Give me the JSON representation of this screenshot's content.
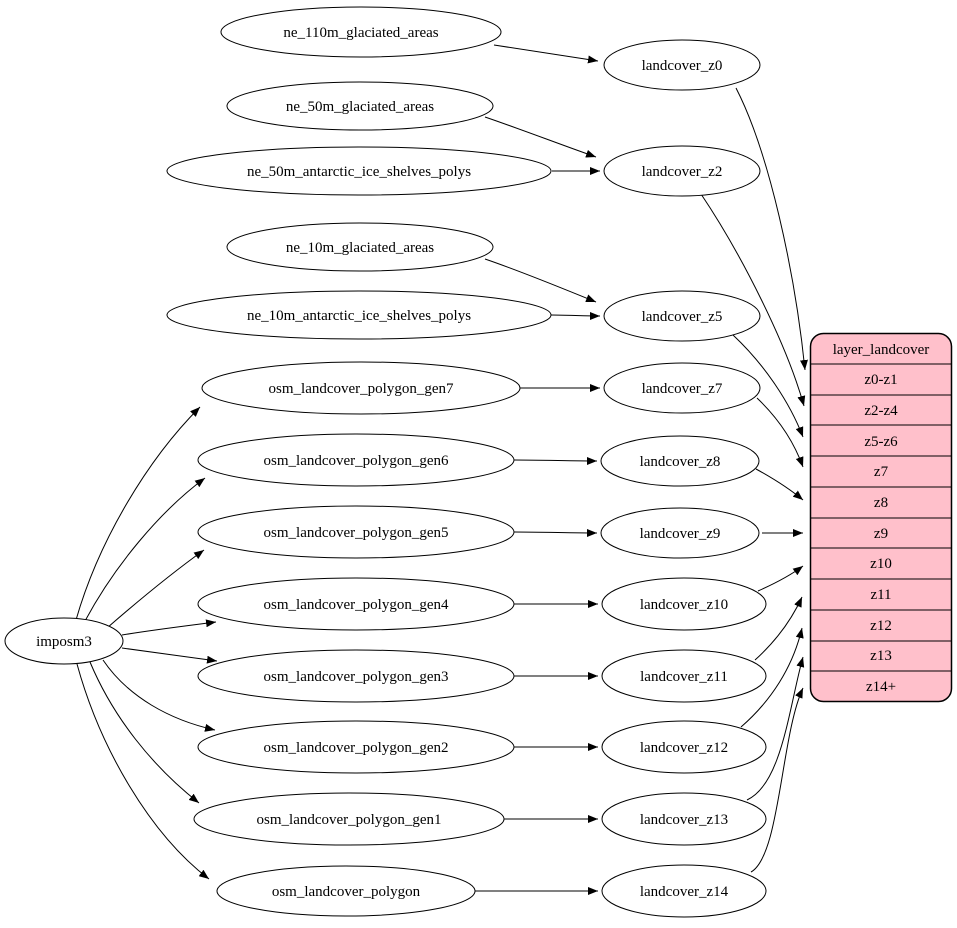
{
  "colors": {
    "table_fill": "#ffc0cb",
    "node_fill": "#ffffff",
    "stroke": "#000000",
    "background": "#ffffff"
  },
  "nodes": {
    "imposm3": "imposm3",
    "ne_110m_glaciated_areas": "ne_110m_glaciated_areas",
    "ne_50m_glaciated_areas": "ne_50m_glaciated_areas",
    "ne_50m_antarctic_ice_shelves_polys": "ne_50m_antarctic_ice_shelves_polys",
    "ne_10m_glaciated_areas": "ne_10m_glaciated_areas",
    "ne_10m_antarctic_ice_shelves_polys": "ne_10m_antarctic_ice_shelves_polys",
    "osm_landcover_polygon_gen7": "osm_landcover_polygon_gen7",
    "osm_landcover_polygon_gen6": "osm_landcover_polygon_gen6",
    "osm_landcover_polygon_gen5": "osm_landcover_polygon_gen5",
    "osm_landcover_polygon_gen4": "osm_landcover_polygon_gen4",
    "osm_landcover_polygon_gen3": "osm_landcover_polygon_gen3",
    "osm_landcover_polygon_gen2": "osm_landcover_polygon_gen2",
    "osm_landcover_polygon_gen1": "osm_landcover_polygon_gen1",
    "osm_landcover_polygon": "osm_landcover_polygon",
    "landcover_z0": "landcover_z0",
    "landcover_z2": "landcover_z2",
    "landcover_z5": "landcover_z5",
    "landcover_z7": "landcover_z7",
    "landcover_z8": "landcover_z8",
    "landcover_z9": "landcover_z9",
    "landcover_z10": "landcover_z10",
    "landcover_z11": "landcover_z11",
    "landcover_z12": "landcover_z12",
    "landcover_z13": "landcover_z13",
    "landcover_z14": "landcover_z14"
  },
  "table": {
    "title": "layer_landcover",
    "rows": [
      "z0-z1",
      "z2-z4",
      "z5-z6",
      "z7",
      "z8",
      "z9",
      "z10",
      "z11",
      "z12",
      "z13",
      "z14+"
    ]
  },
  "edges": [
    {
      "from": "imposm3",
      "to": "osm_landcover_polygon_gen7"
    },
    {
      "from": "imposm3",
      "to": "osm_landcover_polygon_gen6"
    },
    {
      "from": "imposm3",
      "to": "osm_landcover_polygon_gen5"
    },
    {
      "from": "imposm3",
      "to": "osm_landcover_polygon_gen4"
    },
    {
      "from": "imposm3",
      "to": "osm_landcover_polygon_gen3"
    },
    {
      "from": "imposm3",
      "to": "osm_landcover_polygon_gen2"
    },
    {
      "from": "imposm3",
      "to": "osm_landcover_polygon_gen1"
    },
    {
      "from": "imposm3",
      "to": "osm_landcover_polygon"
    },
    {
      "from": "ne_110m_glaciated_areas",
      "to": "landcover_z0"
    },
    {
      "from": "ne_50m_glaciated_areas",
      "to": "landcover_z2"
    },
    {
      "from": "ne_50m_antarctic_ice_shelves_polys",
      "to": "landcover_z2"
    },
    {
      "from": "ne_10m_glaciated_areas",
      "to": "landcover_z5"
    },
    {
      "from": "ne_10m_antarctic_ice_shelves_polys",
      "to": "landcover_z5"
    },
    {
      "from": "osm_landcover_polygon_gen7",
      "to": "landcover_z7"
    },
    {
      "from": "osm_landcover_polygon_gen6",
      "to": "landcover_z8"
    },
    {
      "from": "osm_landcover_polygon_gen5",
      "to": "landcover_z9"
    },
    {
      "from": "osm_landcover_polygon_gen4",
      "to": "landcover_z10"
    },
    {
      "from": "osm_landcover_polygon_gen3",
      "to": "landcover_z11"
    },
    {
      "from": "osm_landcover_polygon_gen2",
      "to": "landcover_z12"
    },
    {
      "from": "osm_landcover_polygon_gen1",
      "to": "landcover_z13"
    },
    {
      "from": "osm_landcover_polygon",
      "to": "landcover_z14"
    },
    {
      "from": "landcover_z0",
      "to": "layer_landcover.z0-z1"
    },
    {
      "from": "landcover_z2",
      "to": "layer_landcover.z2-z4"
    },
    {
      "from": "landcover_z5",
      "to": "layer_landcover.z5-z6"
    },
    {
      "from": "landcover_z7",
      "to": "layer_landcover.z7"
    },
    {
      "from": "landcover_z8",
      "to": "layer_landcover.z8"
    },
    {
      "from": "landcover_z9",
      "to": "layer_landcover.z9"
    },
    {
      "from": "landcover_z10",
      "to": "layer_landcover.z10"
    },
    {
      "from": "landcover_z11",
      "to": "layer_landcover.z11"
    },
    {
      "from": "landcover_z12",
      "to": "layer_landcover.z12"
    },
    {
      "from": "landcover_z13",
      "to": "layer_landcover.z13"
    },
    {
      "from": "landcover_z14",
      "to": "layer_landcover.z14+"
    }
  ]
}
